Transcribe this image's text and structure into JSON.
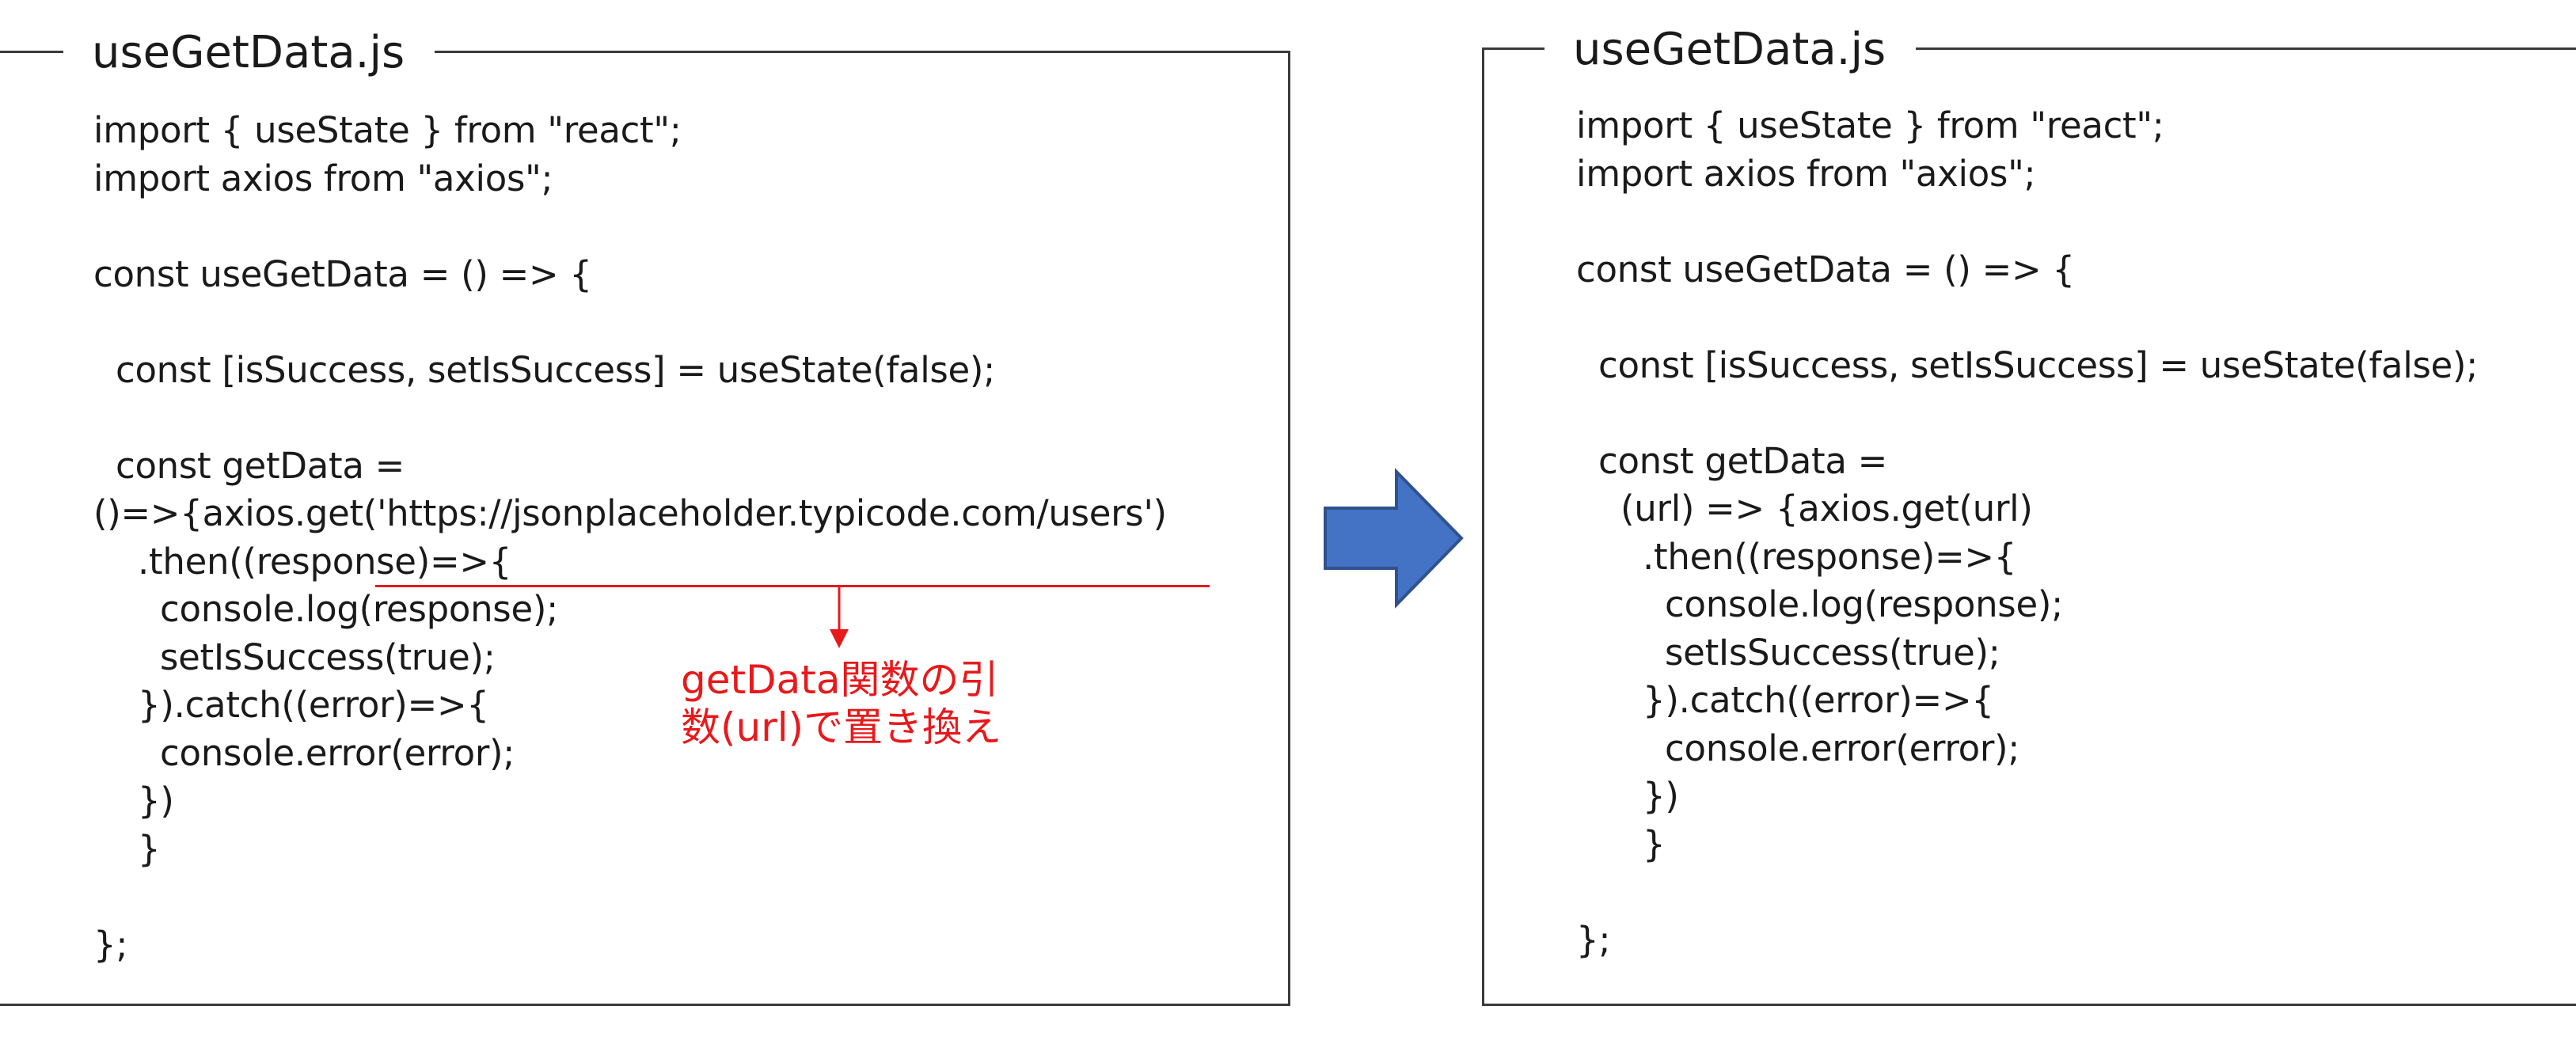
{
  "left_panel": {
    "filename": "useGetData.js",
    "code_lines": [
      "import { useState } from \"react\";",
      "import axios from \"axios\";",
      "",
      "const useGetData = () => {",
      "",
      "  const [isSuccess, setIsSuccess] = useState(false);",
      "",
      "  const getData =",
      "()=>{axios.get('https://jsonplaceholder.typicode.com/users')",
      "    .then((response)=>{",
      "      console.log(response);",
      "      setIsSuccess(true);",
      "    }).catch((error)=>{",
      "      console.error(error);",
      "    })",
      "    }",
      "",
      "};"
    ]
  },
  "annotation": {
    "text": "getData関数の引\n数(url)で置き換え",
    "color": "#e8191c"
  },
  "transition_arrow": {
    "color": "#4472c4",
    "border_color": "#2f528f"
  },
  "right_panel": {
    "filename": "useGetData.js",
    "code_lines": [
      "import { useState } from \"react\";",
      "import axios from \"axios\";",
      "",
      "const useGetData = () => {",
      "",
      "  const [isSuccess, setIsSuccess] = useState(false);",
      "",
      "  const getData =",
      "    (url) => {axios.get(url)",
      "      .then((response)=>{",
      "        console.log(response);",
      "        setIsSuccess(true);",
      "      }).catch((error)=>{",
      "        console.error(error);",
      "      })",
      "      }",
      "",
      "};"
    ]
  }
}
